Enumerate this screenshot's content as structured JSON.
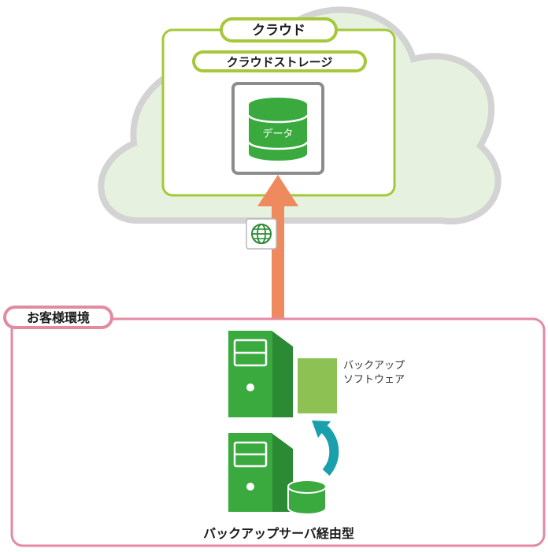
{
  "cloud": {
    "title": "クラウド",
    "storage_label": "クラウドストレージ",
    "data_label": "データ"
  },
  "customer": {
    "title": "お客様環境",
    "software_label_line1": "バックアップ",
    "software_label_line2": "ソフトウェア"
  },
  "caption": "バックアップサーバ経由型",
  "icons": {
    "network": "globe-icon",
    "backup_server": "server-tower-icon",
    "client_server": "server-tower-icon",
    "database": "database-cylinder-icon",
    "local_disk": "disk-cylinder-icon",
    "software": "software-package-icon"
  },
  "colors": {
    "cloud_fill": "#e6f1df",
    "cloud_stroke": "#d3d3d3",
    "lime_border": "#a5c83a",
    "pink_border": "#e48aa0",
    "server_green": "#3aaa3f",
    "server_dark_green": "#2b8a33",
    "software_green": "#8ec153",
    "arrow_orange": "#ef8a5f",
    "teal_arrow": "#1aa0ad",
    "gray_frame": "#8c8c8c"
  }
}
